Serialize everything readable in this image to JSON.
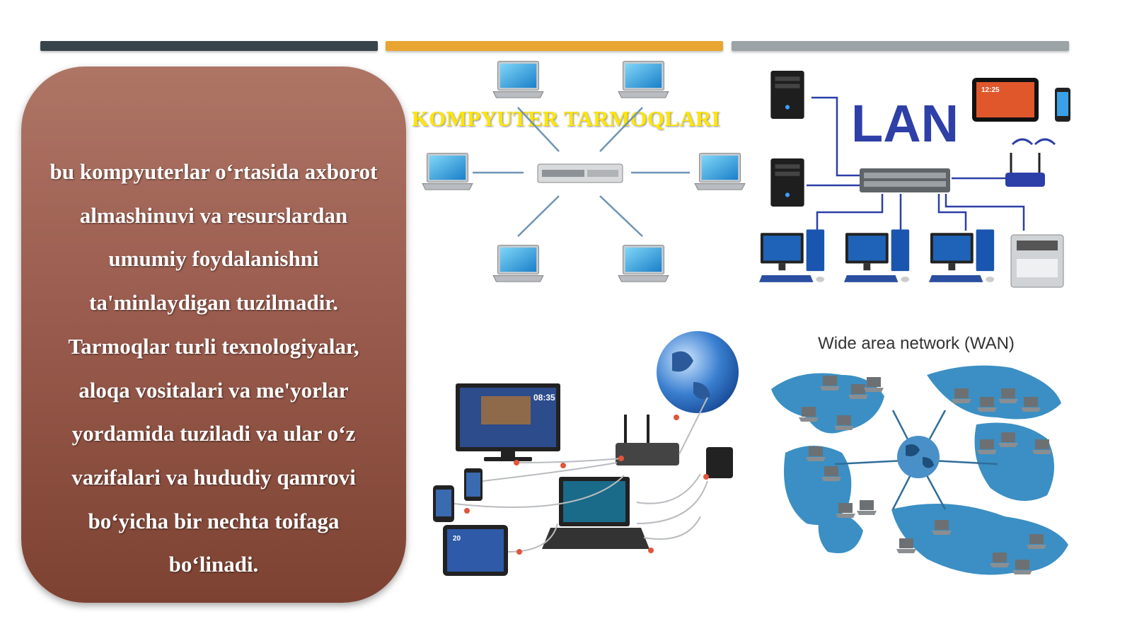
{
  "slide": {
    "title": "KOMPYUTER TARMOQLARI",
    "body": "bu kompyuterlar o‘rtasida axborot almashinuvi va resurslardan umumiy foydalanishni ta'minlaydigan tuzilmadir. Tarmoqlar turli texnologiyalar, aloqa vositalari va me'yorlar yordamida tuziladi va ular o‘z vazifalari va hududiy qamrovi bo‘yicha bir nechta toifaga bo‘linadi."
  },
  "figures": {
    "lan_label": "LAN",
    "wan_title": "Wide area network (WAN)",
    "tv_clock": "08:35",
    "tablet_clock": "12:25",
    "small_tablet_num": "20"
  },
  "colors": {
    "bar_dark": "#37444b",
    "bar_orange": "#e9a531",
    "bar_gray": "#9ca3a7",
    "card": "#9a5c4e",
    "title": "#ffe600",
    "lan_text": "#2e3fa8",
    "wan_map": "#3b8fc4"
  },
  "icons": [
    "laptop-icon",
    "network-switch-icon",
    "server-tower-icon",
    "desktop-computer-icon",
    "printer-icon",
    "wifi-router-icon",
    "tablet-icon",
    "smartphone-icon",
    "globe-icon",
    "tv-icon"
  ]
}
